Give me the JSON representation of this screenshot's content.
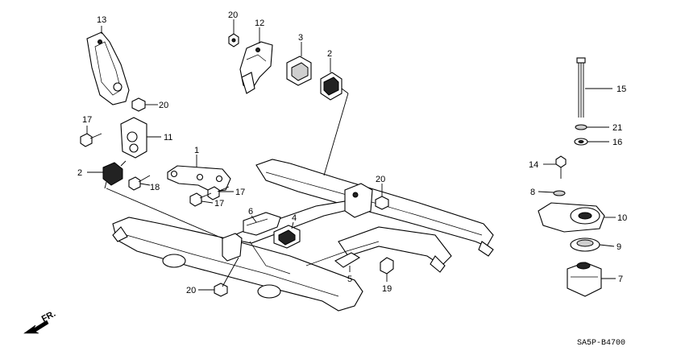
{
  "diagram": {
    "callouts": [
      {
        "id": "c13",
        "text": "13"
      },
      {
        "id": "c20a",
        "text": "20"
      },
      {
        "id": "c12",
        "text": "12"
      },
      {
        "id": "c3",
        "text": "3"
      },
      {
        "id": "c2a",
        "text": "2"
      },
      {
        "id": "c20b",
        "text": "20"
      },
      {
        "id": "c17a",
        "text": "17"
      },
      {
        "id": "c11",
        "text": "11"
      },
      {
        "id": "c1",
        "text": "1"
      },
      {
        "id": "c2b",
        "text": "2"
      },
      {
        "id": "c18",
        "text": "18"
      },
      {
        "id": "c17b",
        "text": "17"
      },
      {
        "id": "c17c",
        "text": "17"
      },
      {
        "id": "c20c",
        "text": "20"
      },
      {
        "id": "c6",
        "text": "6"
      },
      {
        "id": "c4",
        "text": "4"
      },
      {
        "id": "c5",
        "text": "5"
      },
      {
        "id": "c19",
        "text": "19"
      },
      {
        "id": "c20d",
        "text": "20"
      },
      {
        "id": "c15",
        "text": "15"
      },
      {
        "id": "c21",
        "text": "21"
      },
      {
        "id": "c16",
        "text": "16"
      },
      {
        "id": "c14",
        "text": "14"
      },
      {
        "id": "c8",
        "text": "8"
      },
      {
        "id": "c10",
        "text": "10"
      },
      {
        "id": "c9",
        "text": "9"
      },
      {
        "id": "c7",
        "text": "7"
      }
    ],
    "direction_label": "FR.",
    "diagram_code": "SA5P-B4700"
  }
}
